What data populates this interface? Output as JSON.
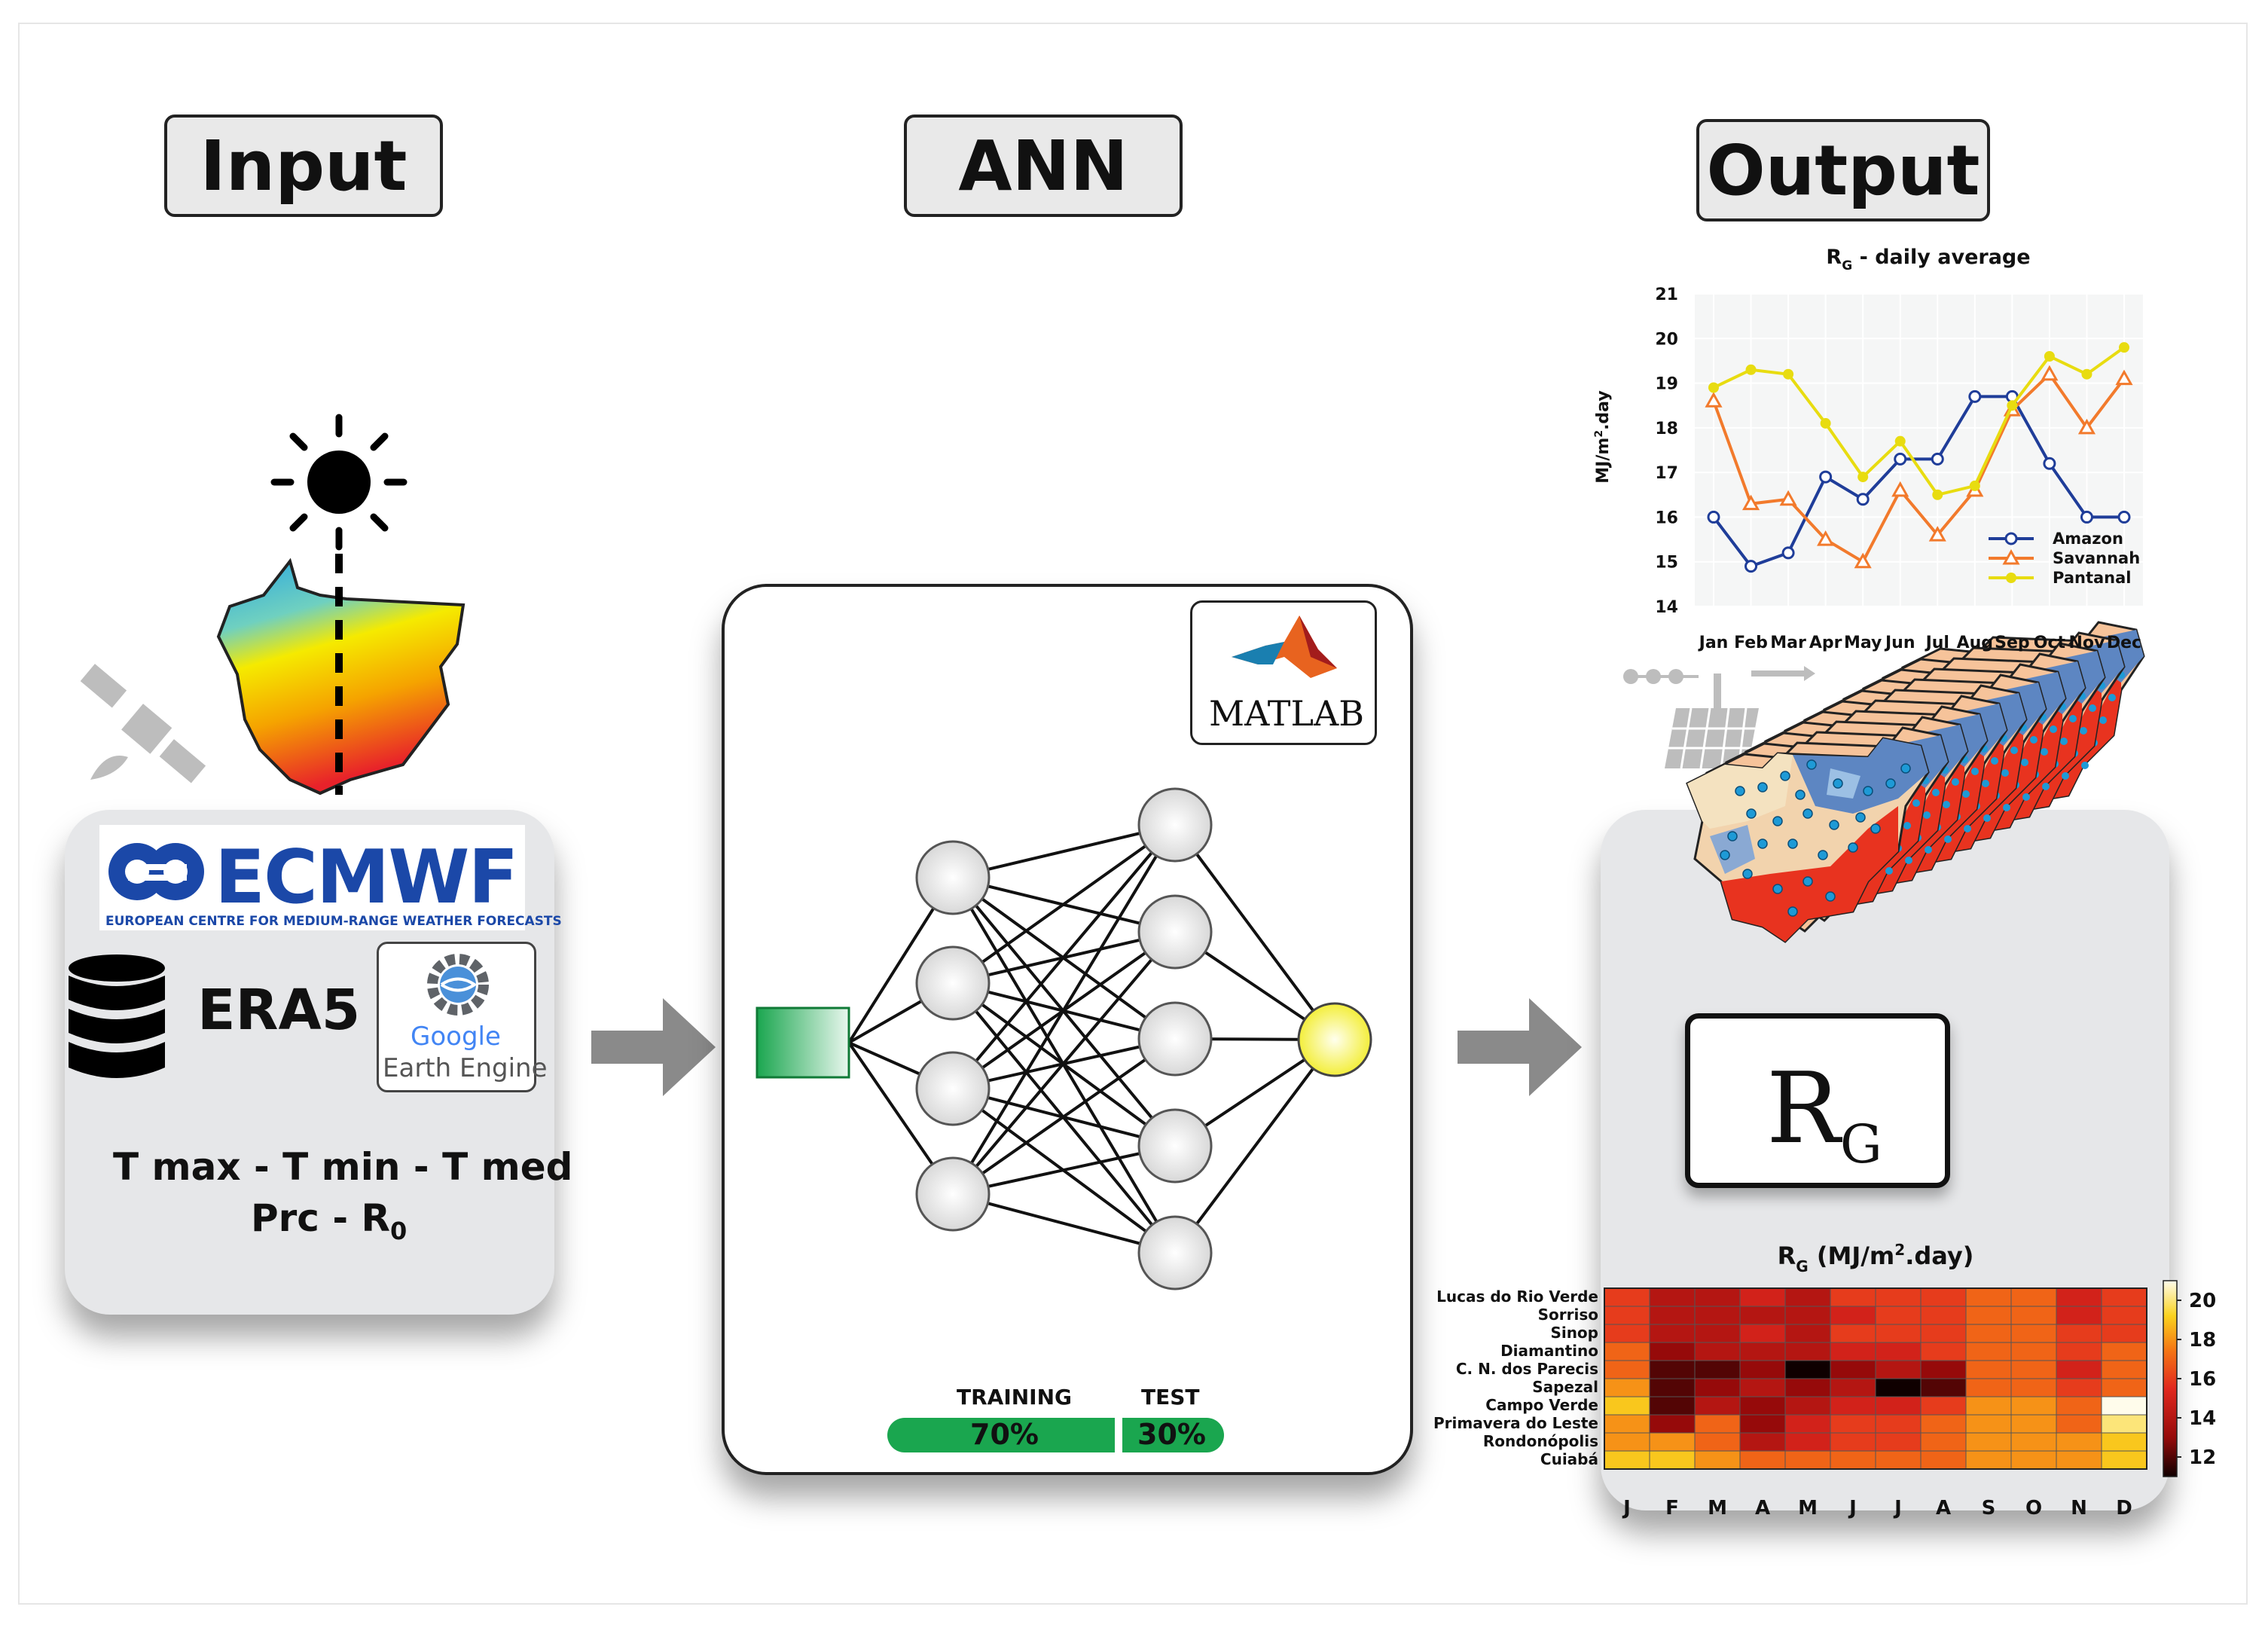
{
  "headers": {
    "input": "Input",
    "ann": "ANN",
    "output": "Output"
  },
  "input_panel": {
    "ecmwf_name": "ECMWF",
    "ecmwf_full": "EUROPEAN CENTRE FOR MEDIUM-RANGE WEATHER FORECASTS",
    "era5": "ERA5",
    "google": "Google",
    "earth_engine": "Earth Engine",
    "variables_line1": "T max - T min - T med",
    "variables_line2": "Prc - R",
    "variables_line2_sub": "0"
  },
  "ann_panel": {
    "matlab": "MATLAB",
    "training_label": "TRAINING",
    "test_label": "TEST",
    "training_pct": "70%",
    "test_pct": "30%",
    "training_fraction": 0.7,
    "hidden_layer1_nodes": 4,
    "hidden_layer2_nodes": 5
  },
  "output_panel": {
    "rg_main": "R",
    "rg_sub": "G"
  },
  "colors": {
    "header_bg": "#e9e9e9",
    "panel_bg": "#e6e7e9",
    "arrow": "#8a8a8a",
    "split_green": "#1aa64f",
    "amazon": "#1f3d99",
    "savannah": "#f27a2c",
    "pantanal": "#e8dc10"
  },
  "chart_data": [
    {
      "type": "line",
      "title": "R",
      "title_sub": "G",
      "title_rest": " - daily average",
      "ylabel": "MJ/m",
      "ylabel_sup": "2",
      "ylabel_rest": ".day",
      "categories": [
        "Jan",
        "Feb",
        "Mar",
        "Apr",
        "May",
        "Jun",
        "Jul",
        "Aug",
        "Sep",
        "Oct",
        "Nov",
        "Dec"
      ],
      "ylim": [
        14,
        21
      ],
      "yticks": [
        14,
        15,
        16,
        17,
        18,
        19,
        20,
        21
      ],
      "grid": true,
      "legend": "bottom-right",
      "series": [
        {
          "name": "Amazon",
          "color": "#1f3d99",
          "marker": "circle",
          "values": [
            16.0,
            14.9,
            15.2,
            16.9,
            16.4,
            17.3,
            17.3,
            18.7,
            18.7,
            17.2,
            16.0,
            16.0
          ]
        },
        {
          "name": "Savannah",
          "color": "#f27a2c",
          "marker": "triangle",
          "values": [
            18.6,
            16.3,
            16.4,
            15.5,
            15.0,
            16.6,
            15.6,
            16.6,
            18.4,
            19.2,
            18.0,
            19.1
          ]
        },
        {
          "name": "Pantanal",
          "color": "#e8dc10",
          "marker": "dot",
          "values": [
            18.9,
            19.3,
            19.2,
            18.1,
            16.9,
            17.7,
            16.5,
            16.7,
            18.5,
            19.6,
            19.2,
            19.8
          ]
        }
      ]
    },
    {
      "type": "heatmap",
      "title": "R",
      "title_sub": "G",
      "title_rest": " (MJ/m",
      "title_sup": "2",
      "title_end": ".day)",
      "rows": [
        "Lucas do Rio Verde",
        "Sorriso",
        "Sinop",
        "Diamantino",
        "C. N. dos Parecis",
        "Sapezal",
        "Campo Verde",
        "Primavera do Leste",
        "Rondonópolis",
        "Cuiabá"
      ],
      "columns": [
        "J",
        "F",
        "M",
        "A",
        "M",
        "J",
        "J",
        "A",
        "S",
        "O",
        "N",
        "D"
      ],
      "colorbar_ticks": [
        20,
        18,
        16,
        14,
        12
      ],
      "colorbar_range": [
        11,
        21
      ],
      "values": [
        [
          16,
          14,
          14,
          15,
          14,
          16,
          16,
          16,
          17,
          17,
          15,
          16
        ],
        [
          16,
          14,
          14,
          14,
          14,
          15,
          16,
          16,
          17,
          17,
          15,
          16
        ],
        [
          16,
          14,
          14,
          15,
          14,
          16,
          16,
          16,
          17,
          17,
          16,
          16
        ],
        [
          17,
          13,
          14,
          14,
          14,
          15,
          15,
          16,
          17,
          17,
          16,
          17
        ],
        [
          17,
          12,
          12,
          13,
          11,
          13,
          14,
          13,
          17,
          17,
          15,
          17
        ],
        [
          18,
          12,
          13,
          14,
          13,
          14,
          10,
          12,
          17,
          17,
          16,
          17
        ],
        [
          19,
          12,
          14,
          13,
          14,
          15,
          15,
          16,
          18,
          18,
          17,
          21
        ],
        [
          18,
          13,
          17,
          13,
          15,
          16,
          16,
          17,
          18,
          18,
          17,
          20
        ],
        [
          18,
          18,
          17,
          14,
          15,
          16,
          16,
          17,
          18,
          18,
          18,
          19
        ],
        [
          19,
          19,
          18,
          17,
          17,
          17,
          17,
          17,
          18,
          18,
          18,
          19
        ]
      ]
    }
  ]
}
